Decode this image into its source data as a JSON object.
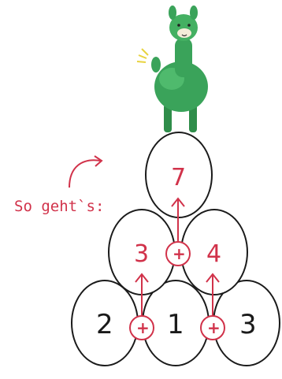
{
  "instruction_label": "So geht`s:",
  "mascot": {
    "icon": "alpaca-icon",
    "color": "#3aa35a"
  },
  "pyramid": {
    "top": "7",
    "middle": [
      "3",
      "4"
    ],
    "bottom": [
      "2",
      "1",
      "3"
    ],
    "operator": "+"
  },
  "colors": {
    "accent": "#d1324a",
    "outline": "#1a1a1a"
  }
}
